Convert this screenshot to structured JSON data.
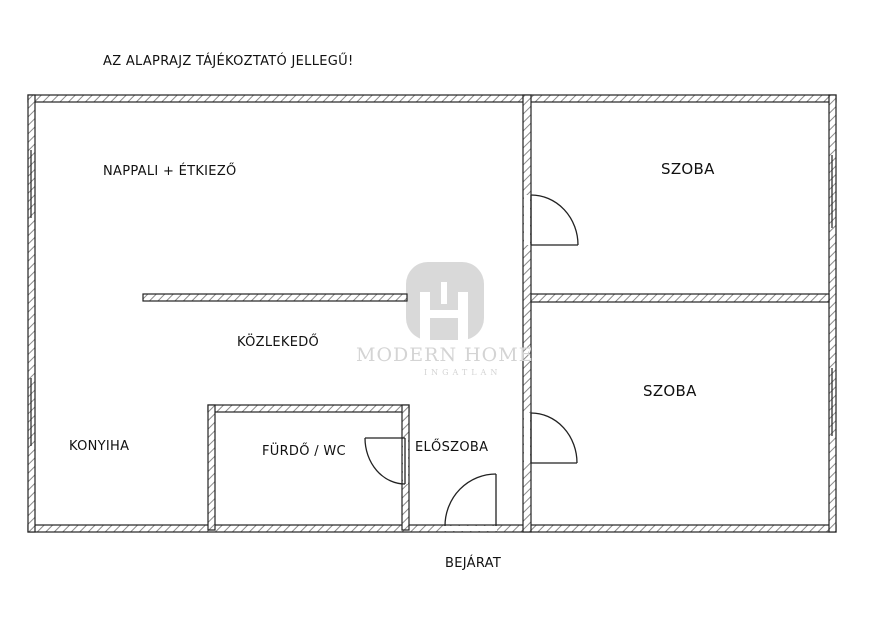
{
  "disclaimer": "AZ ALAPRAJZ TÁJÉKOZTATÓ JELLEGŰ!",
  "rooms": {
    "living": "NAPPALI + ÉTKIEZŐ",
    "corridor": "KÖZLEKEDŐ",
    "kitchen": "KONYIHA",
    "bathroom": "FÜRDŐ / WC",
    "hall": "ELŐSZOBA",
    "bedroom_top": "SZOBA",
    "bedroom_bottom": "SZOBA"
  },
  "entrance": "BEJÁRAT",
  "watermark": {
    "brand": "MODERN HOME",
    "sub": "INGATLAN"
  },
  "colors": {
    "wall": "#222222",
    "hatch": "#9a9a9a",
    "watermark": "#d6d6d6"
  }
}
